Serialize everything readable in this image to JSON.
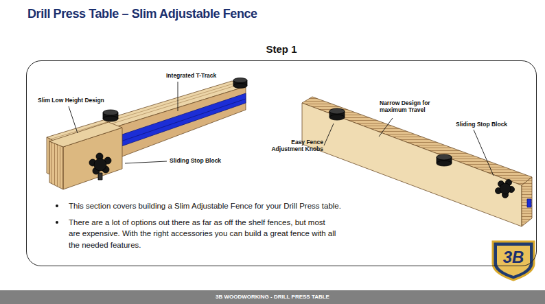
{
  "diagram": {
    "title": "Drill Press Table – Slim Adjustable Fence",
    "nodes": [
      {
        "text": [
          "Step 1",
          "This section covers building a Slim Adjustable Fence for your Drill Press table.",
          "There are a lot of options out there as far as off the shelf fences, but most are expensive. With the right accessories you can build a great fence with all the needed features."
        ]
      },
      {
        "text": [
          "3B WOODWORKING - DRILL PRESS TABLE"
        ]
      }
    ],
    "labels": [
      "Slim Low Height Design",
      "Integrated T-Track",
      "Sliding Stop Block",
      "Narrow Design for maximum Travel",
      "Sliding Stop Block",
      "Easy Fence Adjustment Knobs",
      "3B"
    ]
  }
}
